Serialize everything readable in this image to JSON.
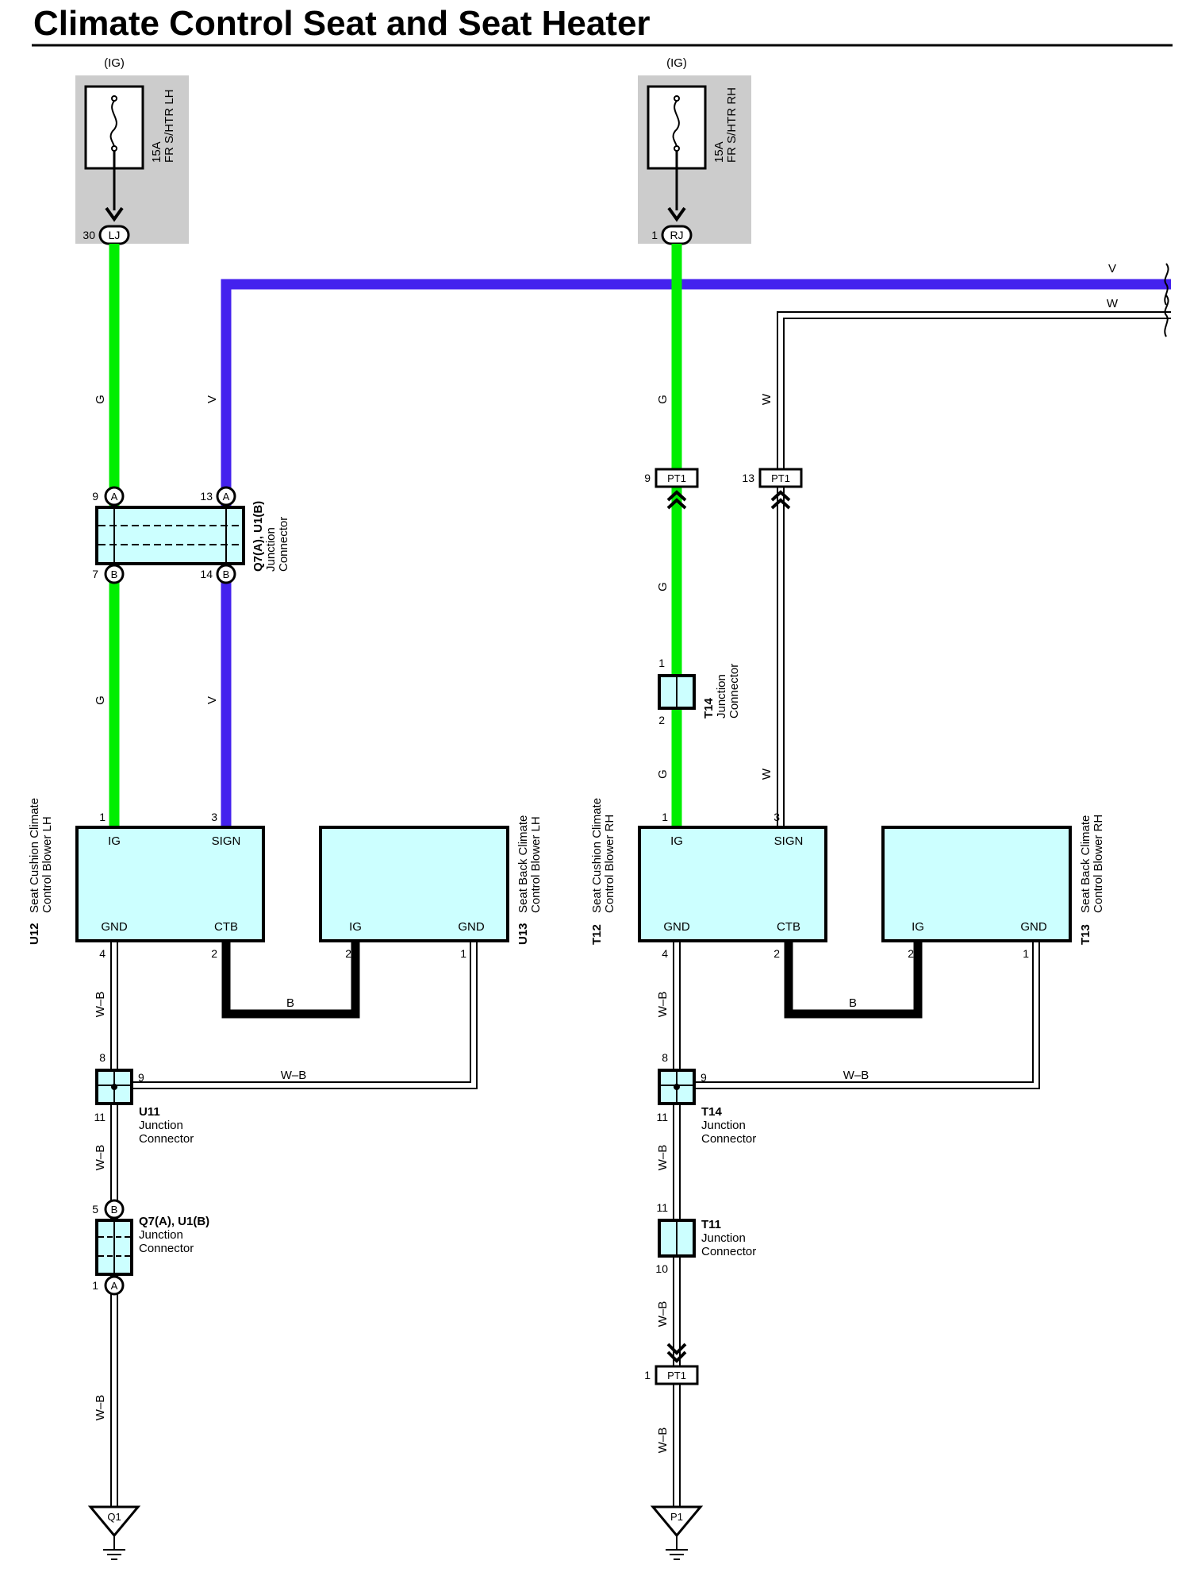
{
  "title": "Climate Control Seat and Seat Heater",
  "colors": {
    "green": "#00ee00",
    "violet": "#4422ee",
    "box": "#ccffff",
    "gray": "#cccccc"
  },
  "fuses": {
    "left": {
      "source": "(IG)",
      "rating": "15A",
      "name": "FR S/HTR LH",
      "connector": "LJ",
      "pin": "30"
    },
    "right": {
      "source": "(IG)",
      "rating": "15A",
      "name": "FR S/HTR RH",
      "connector": "RJ",
      "pin": "1"
    }
  },
  "wires": {
    "g": "G",
    "v": "V",
    "w": "W",
    "b": "B",
    "wb": "W–B"
  },
  "left_jc": {
    "id": "Q7(A), U1(B)",
    "line1": "Junction",
    "line2": "Connector",
    "pins": {
      "tl": "9",
      "tr": "13",
      "bl": "7",
      "br": "14",
      "a": "A",
      "b": "B"
    }
  },
  "pt1_top": {
    "label": "PT1",
    "pin_g": "9",
    "pin_w": "13"
  },
  "t14_upper": {
    "id": "T14",
    "line1": "Junction",
    "line2": "Connector",
    "pin_top": "1",
    "pin_bot": "2"
  },
  "u12": {
    "id": "U12",
    "line1": "Seat Cushion Climate",
    "line2": "Control Blower LH",
    "ig": "IG",
    "sign": "SIGN",
    "gnd": "GND",
    "ctb": "CTB",
    "p_ig": "1",
    "p_sign": "3",
    "p_gnd": "4",
    "p_ctb": "2"
  },
  "u13": {
    "id": "U13",
    "line1": "Seat Back Climate",
    "line2": "Control Blower LH",
    "ig": "IG",
    "gnd": "GND",
    "p_ig": "2",
    "p_gnd": "1"
  },
  "t12": {
    "id": "T12",
    "line1": "Seat Cushion Climate",
    "line2": "Control Blower RH",
    "ig": "IG",
    "sign": "SIGN",
    "gnd": "GND",
    "ctb": "CTB",
    "p_ig": "1",
    "p_sign": "3",
    "p_gnd": "4",
    "p_ctb": "2"
  },
  "t13": {
    "id": "T13",
    "line1": "Seat Back Climate",
    "line2": "Control Blower RH",
    "ig": "IG",
    "gnd": "GND",
    "p_ig": "2",
    "p_gnd": "1"
  },
  "u11": {
    "id": "U11",
    "line1": "Junction",
    "line2": "Connector",
    "p_top": "8",
    "p_right": "9",
    "p_bot": "11"
  },
  "t14_lower": {
    "id": "T14",
    "line1": "Junction",
    "line2": "Connector",
    "p_top": "8",
    "p_right": "9",
    "p_bot": "11"
  },
  "left_jc2": {
    "id": "Q7(A), U1(B)",
    "line1": "Junction",
    "line2": "Connector",
    "p_top": "5",
    "p_bot": "1",
    "b": "B",
    "a": "A"
  },
  "t11": {
    "id": "T11",
    "line1": "Junction",
    "line2": "Connector",
    "p_top": "11",
    "p_bot": "10"
  },
  "pt1_bot": {
    "label": "PT1",
    "pin": "1"
  },
  "grounds": {
    "left": "Q1",
    "right": "P1"
  }
}
